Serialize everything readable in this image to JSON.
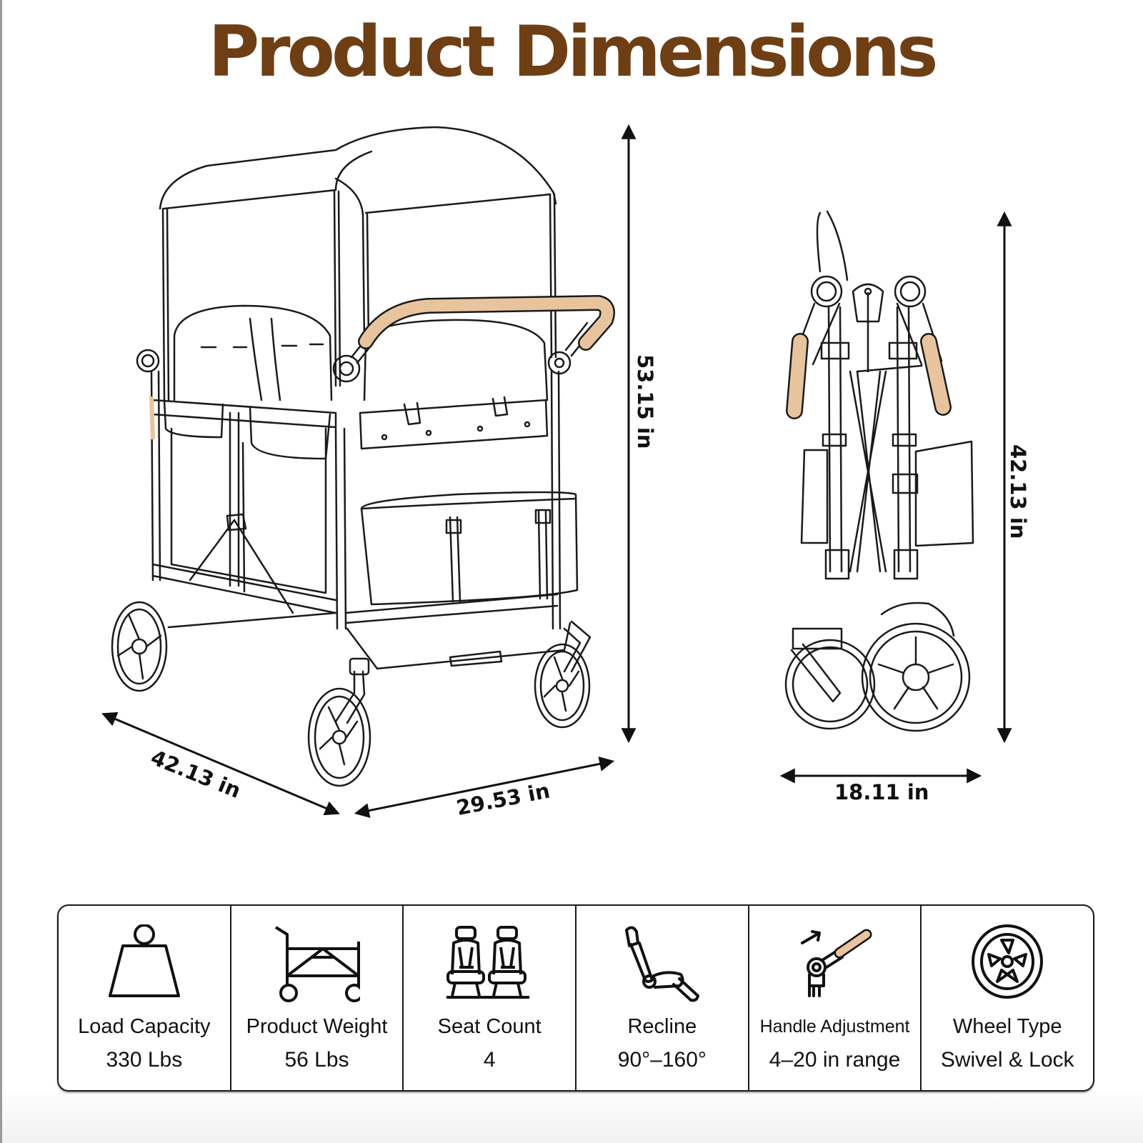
{
  "title": "Product Dimensions",
  "colors": {
    "title": "#6e3f14",
    "handle_grip": "#e8c49e",
    "line": "#1a1a1a"
  },
  "dimensions": {
    "unfolded": {
      "height": "53.15 in",
      "length": "42.13 in",
      "width": "29.53 in"
    },
    "folded": {
      "height": "42.13 in",
      "width": "18.11 in"
    }
  },
  "specs": [
    {
      "icon": "weight-icon",
      "label": "Load Capacity",
      "value": "330 Lbs"
    },
    {
      "icon": "wagon-icon",
      "label": "Product Weight",
      "value": "56 Lbs"
    },
    {
      "icon": "seats-icon",
      "label": "Seat Count",
      "value": "4"
    },
    {
      "icon": "recline-seat-icon",
      "label": "Recline",
      "value": "90°–160°"
    },
    {
      "icon": "handle-adjust-icon",
      "label": "Handle Adjustment",
      "value": "4–20 in range"
    },
    {
      "icon": "wheel-icon",
      "label": "Wheel Type",
      "value": "Swivel & Lock"
    }
  ]
}
